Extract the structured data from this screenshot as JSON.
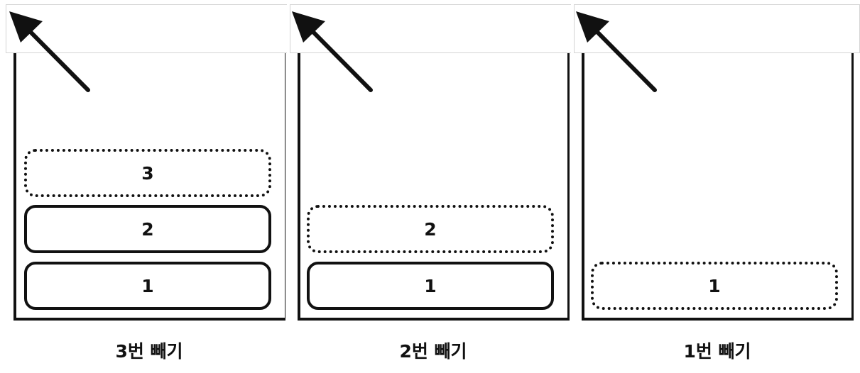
{
  "panels": [
    {
      "caption": "3번 빼기",
      "items": [
        {
          "label": "3",
          "popped": true
        },
        {
          "label": "2",
          "popped": false
        },
        {
          "label": "1",
          "popped": false
        }
      ]
    },
    {
      "caption": "2번 빼기",
      "items": [
        {
          "label": "2",
          "popped": true
        },
        {
          "label": "1",
          "popped": false
        }
      ]
    },
    {
      "caption": "1번 빼기",
      "items": [
        {
          "label": "1",
          "popped": true
        }
      ]
    }
  ]
}
